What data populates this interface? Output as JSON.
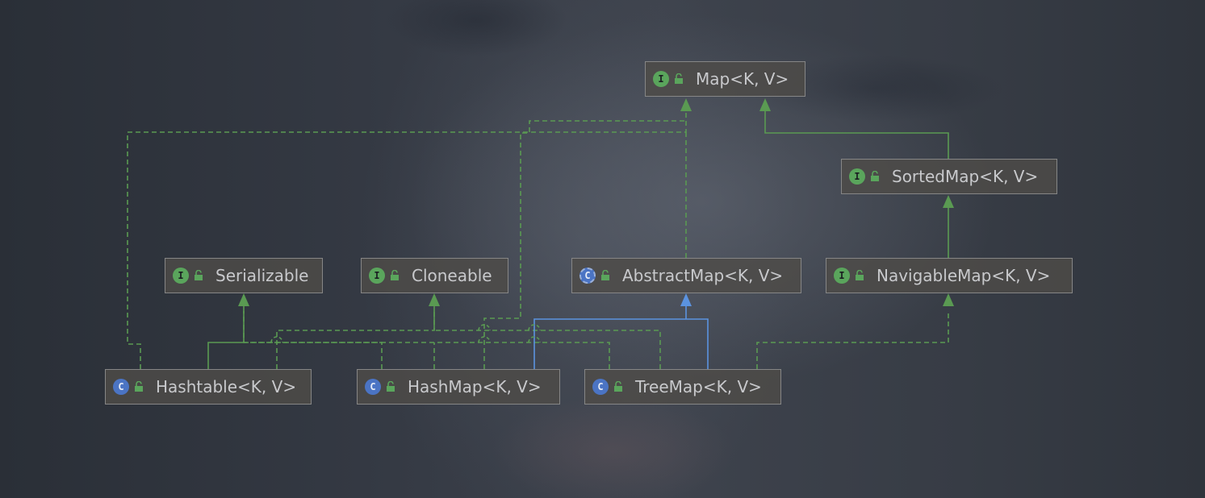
{
  "colors": {
    "interface_badge": "#5aa55c",
    "class_badge": "#4b74c4",
    "implements_edge": "#5a9a52",
    "extends_edge": "#5b93e0",
    "node_border": "#868686",
    "node_text": "#c8c9cc"
  },
  "nodes": {
    "map": {
      "label": "Map<K, V>",
      "kind": "I"
    },
    "sorted_map": {
      "label": "SortedMap<K, V>",
      "kind": "I"
    },
    "serializable": {
      "label": "Serializable",
      "kind": "I"
    },
    "cloneable": {
      "label": "Cloneable",
      "kind": "I"
    },
    "abstract_map": {
      "label": "AbstractMap<K, V>",
      "kind": "C"
    },
    "navigable_map": {
      "label": "NavigableMap<K, V>",
      "kind": "I"
    },
    "hashtable": {
      "label": "Hashtable<K, V>",
      "kind": "C"
    },
    "hash_map": {
      "label": "HashMap<K, V>",
      "kind": "C"
    },
    "tree_map": {
      "label": "TreeMap<K, V>",
      "kind": "C"
    }
  },
  "icons": {
    "interface": "interface-icon",
    "class": "class-icon",
    "abstract_class": "abstract-class-icon",
    "visibility": "open-lock-icon"
  }
}
